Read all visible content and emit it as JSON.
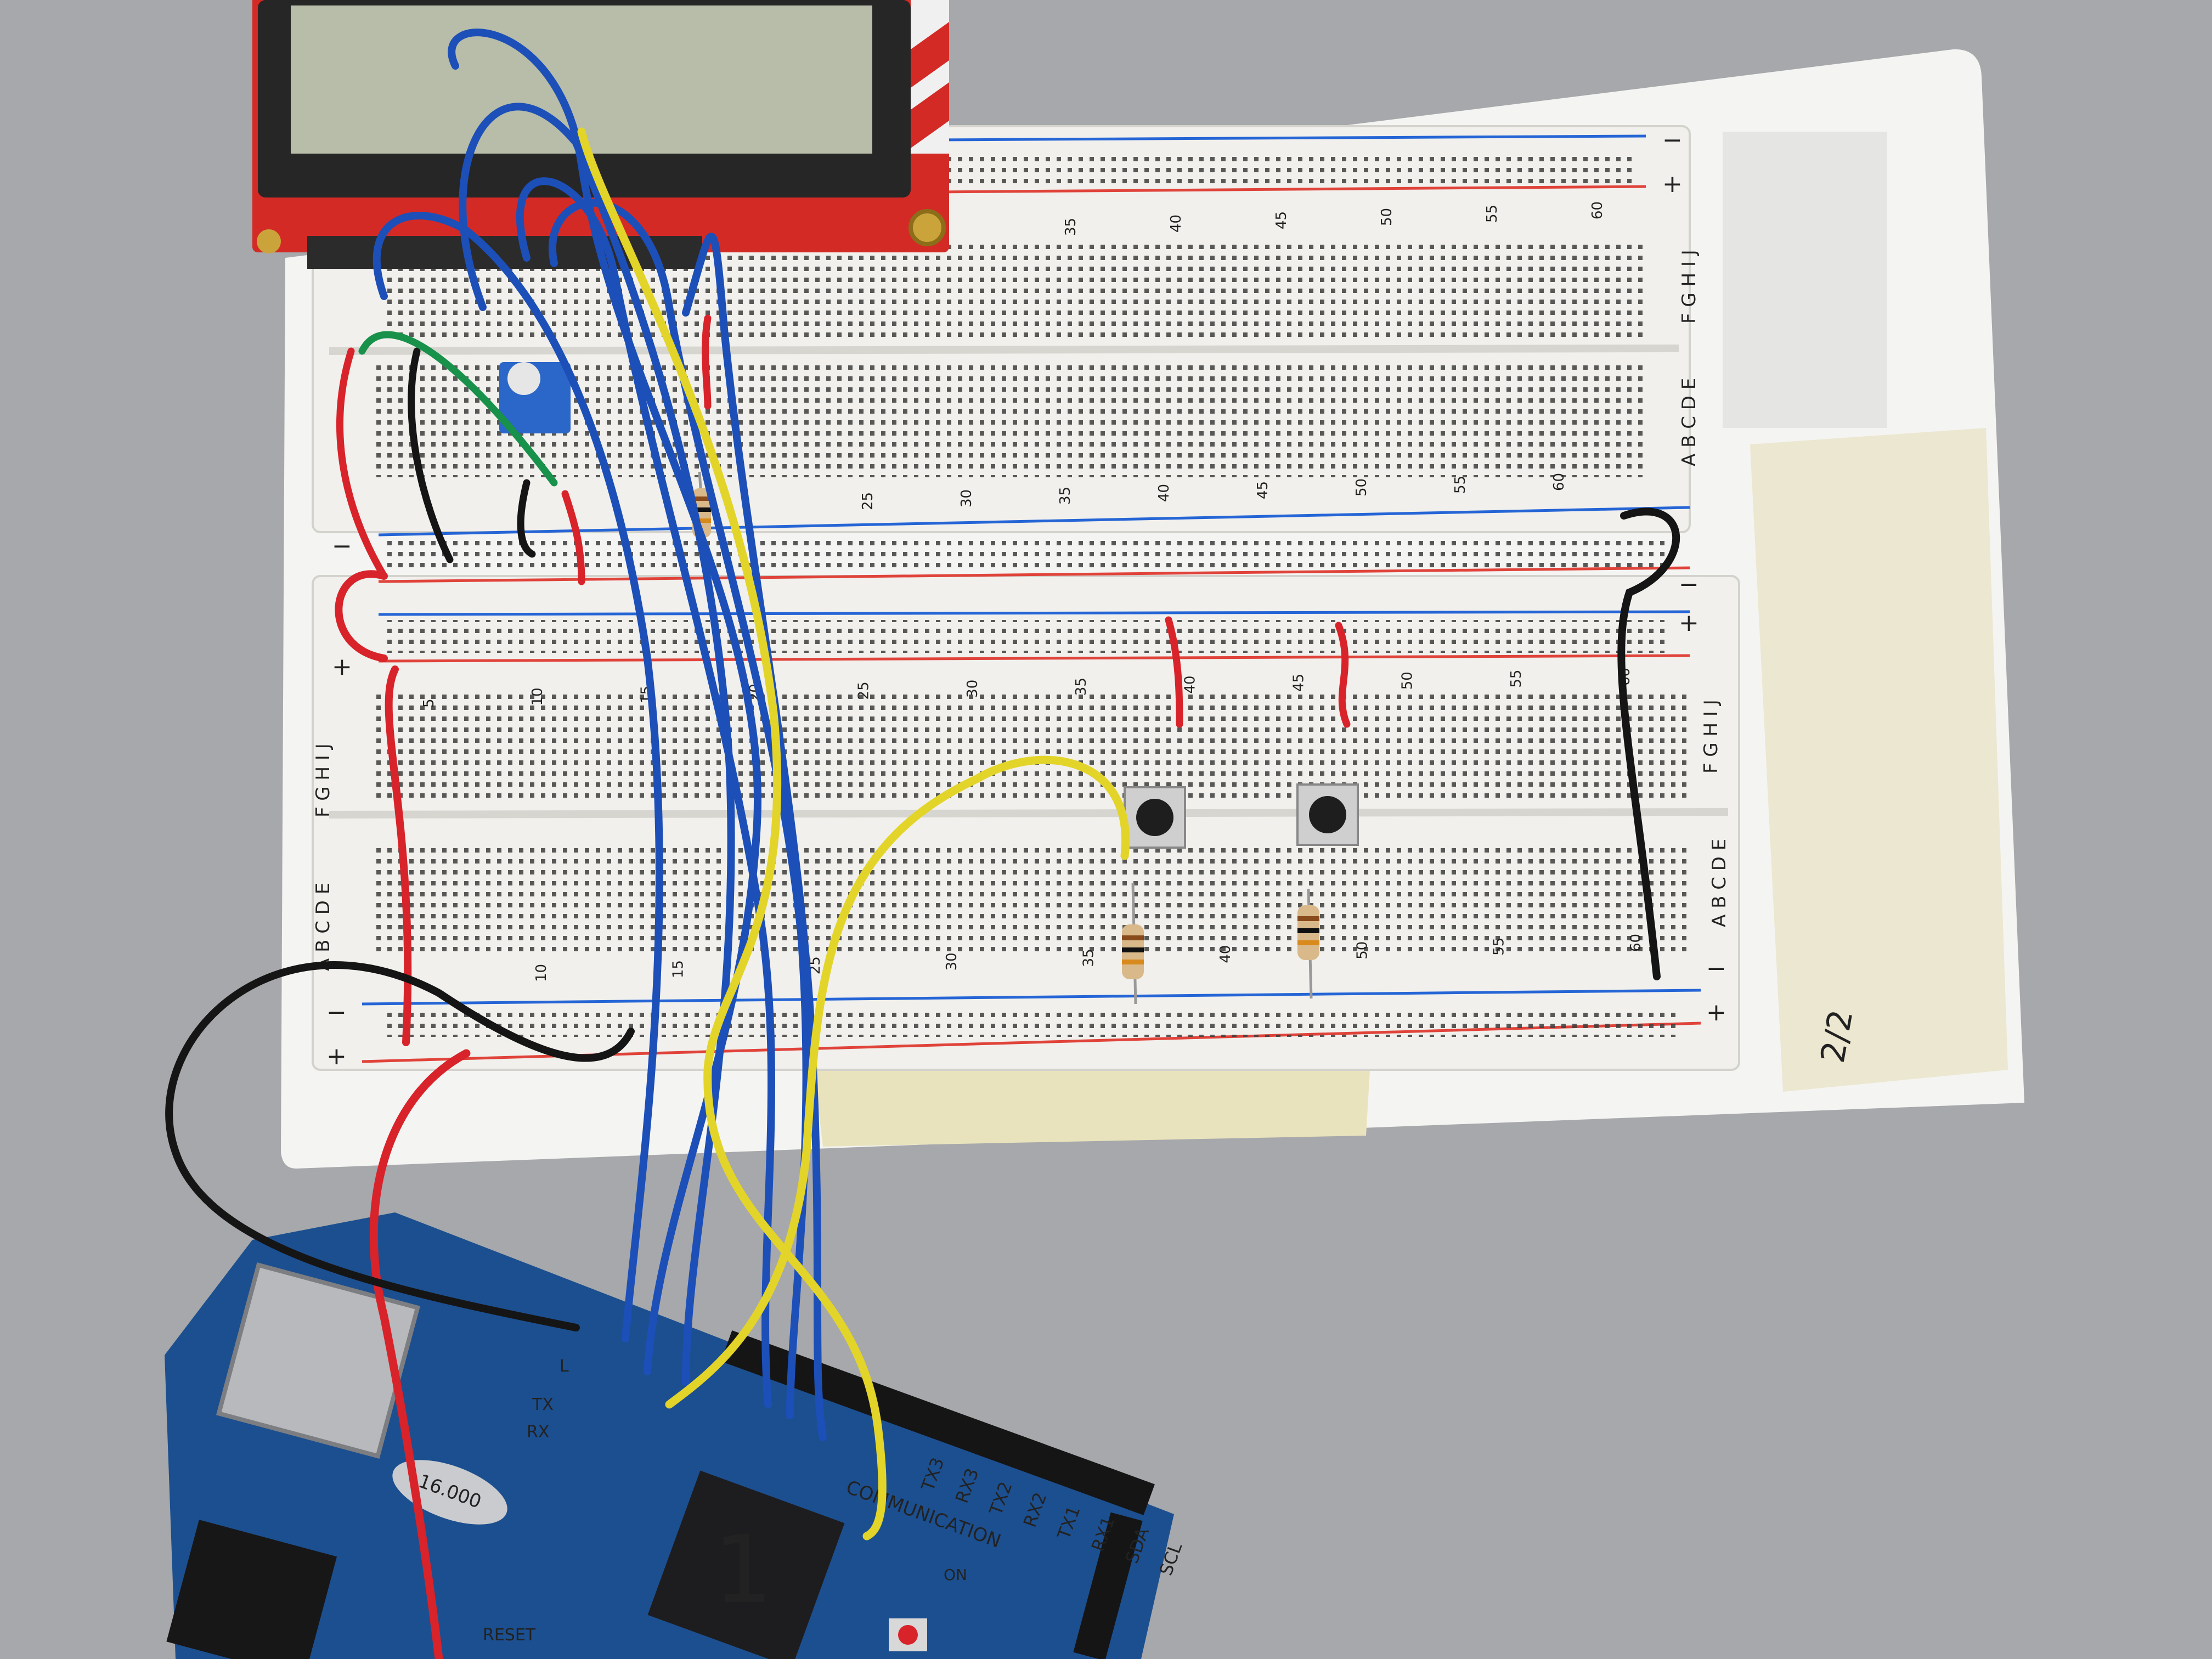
{
  "breadboard": {
    "row_letters_top": "F G H I J",
    "row_letters_bottom": "A B C D E",
    "column_numbers_upper": [
      "35",
      "40",
      "45",
      "50",
      "55",
      "60"
    ],
    "column_numbers_middle": [
      "25",
      "30",
      "35",
      "40",
      "45",
      "50",
      "55",
      "60"
    ],
    "column_numbers_lower": [
      "5",
      "10",
      "15",
      "20",
      "25",
      "30",
      "35",
      "40",
      "45",
      "50",
      "55",
      "60"
    ],
    "column_numbers_bottom": [
      "10",
      "15",
      "25",
      "30",
      "35",
      "40",
      "50",
      "55",
      "60"
    ],
    "rail_plus": "+",
    "rail_minus": "−"
  },
  "arduino": {
    "labels": {
      "rx": "RX",
      "tx": "TX",
      "reset": "RESET",
      "on": "ON",
      "l": "L",
      "pins": [
        "TX3",
        "RX3",
        "TX2",
        "RX2",
        "TX1",
        "RX1",
        "SDA",
        "SCL"
      ],
      "communication": "COMMUNICATION",
      "chip_mark": "1",
      "crystal": "16.000"
    }
  },
  "tape_note": "2/2",
  "colors": {
    "board_blue": "#1c4f8f",
    "wire_blue": "#1d4fb8",
    "wire_yellow": "#e3d42a",
    "wire_red": "#d8232a",
    "wire_black": "#151515",
    "wire_green": "#18914a",
    "lcd_pcb": "#d42a26"
  }
}
